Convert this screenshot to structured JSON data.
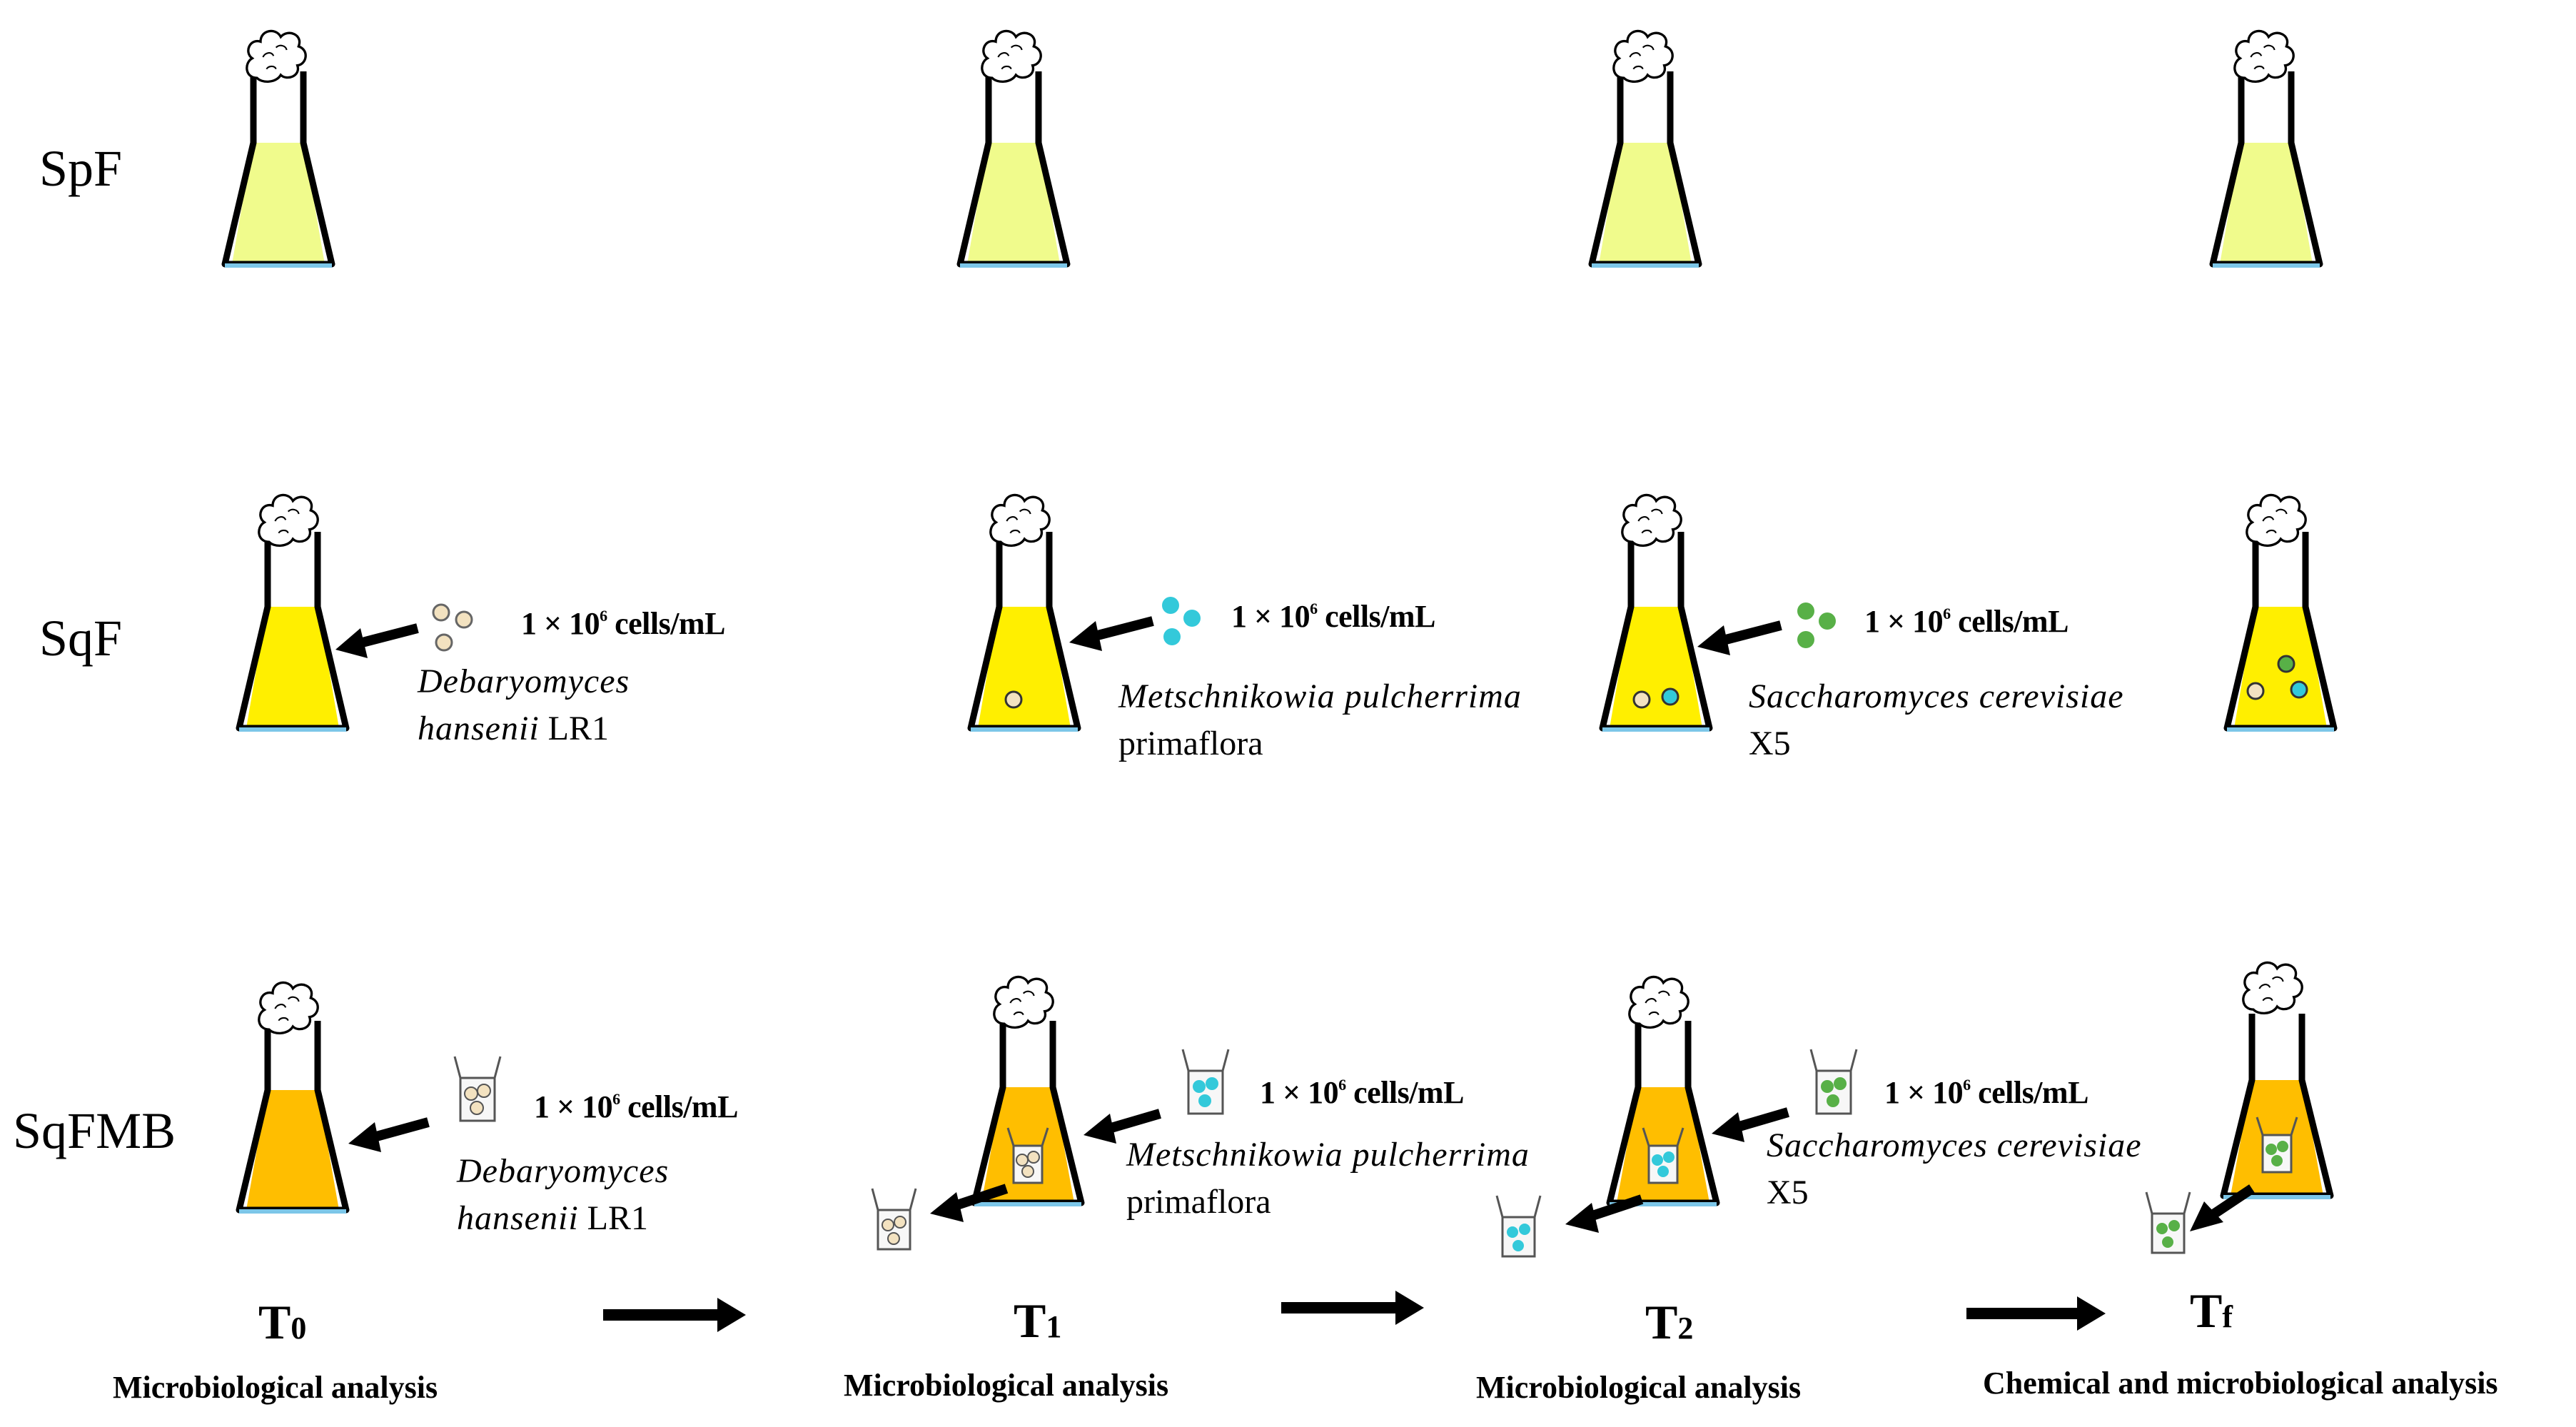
{
  "rows": [
    {
      "label": "SpF"
    },
    {
      "label": "SqF"
    },
    {
      "label": "SqFMB"
    }
  ],
  "concentration": {
    "prefix": "1 × 10",
    "exp": "6",
    "suffix": " cells/mL"
  },
  "species": {
    "dh": {
      "genus": "Debaryomyces",
      "epithet": "hansenii",
      "strain": "LR1"
    },
    "mp": {
      "genus": "Metschnikowia pulcherrima",
      "strain": "primaflora"
    },
    "sc": {
      "genus": "Saccharomyces cerevisiae",
      "strain": "X5"
    }
  },
  "timepoints": [
    {
      "main": "T",
      "sub": "0",
      "analysis": "Microbiological analysis"
    },
    {
      "main": "T",
      "sub": "1",
      "analysis": "Microbiological analysis"
    },
    {
      "main": "T",
      "sub": "2",
      "analysis": "Microbiological analysis"
    },
    {
      "main": "T",
      "sub": "f",
      "analysis": "Chemical and microbiological analysis"
    }
  ],
  "colors": {
    "spf_liquid": "#F0FB8C",
    "sqf_liquid": "#FFEF00",
    "sqfmb_liquid": "#FFBE00",
    "dh_cell": "#F3E2C0",
    "mp_cell": "#33C9DA",
    "sc_cell": "#58B047"
  },
  "icons": [
    "erlenmeyer-flask-icon",
    "cotton-plug-icon",
    "yeast-cell-icon",
    "membrane-bag-icon",
    "arrow-icon"
  ]
}
